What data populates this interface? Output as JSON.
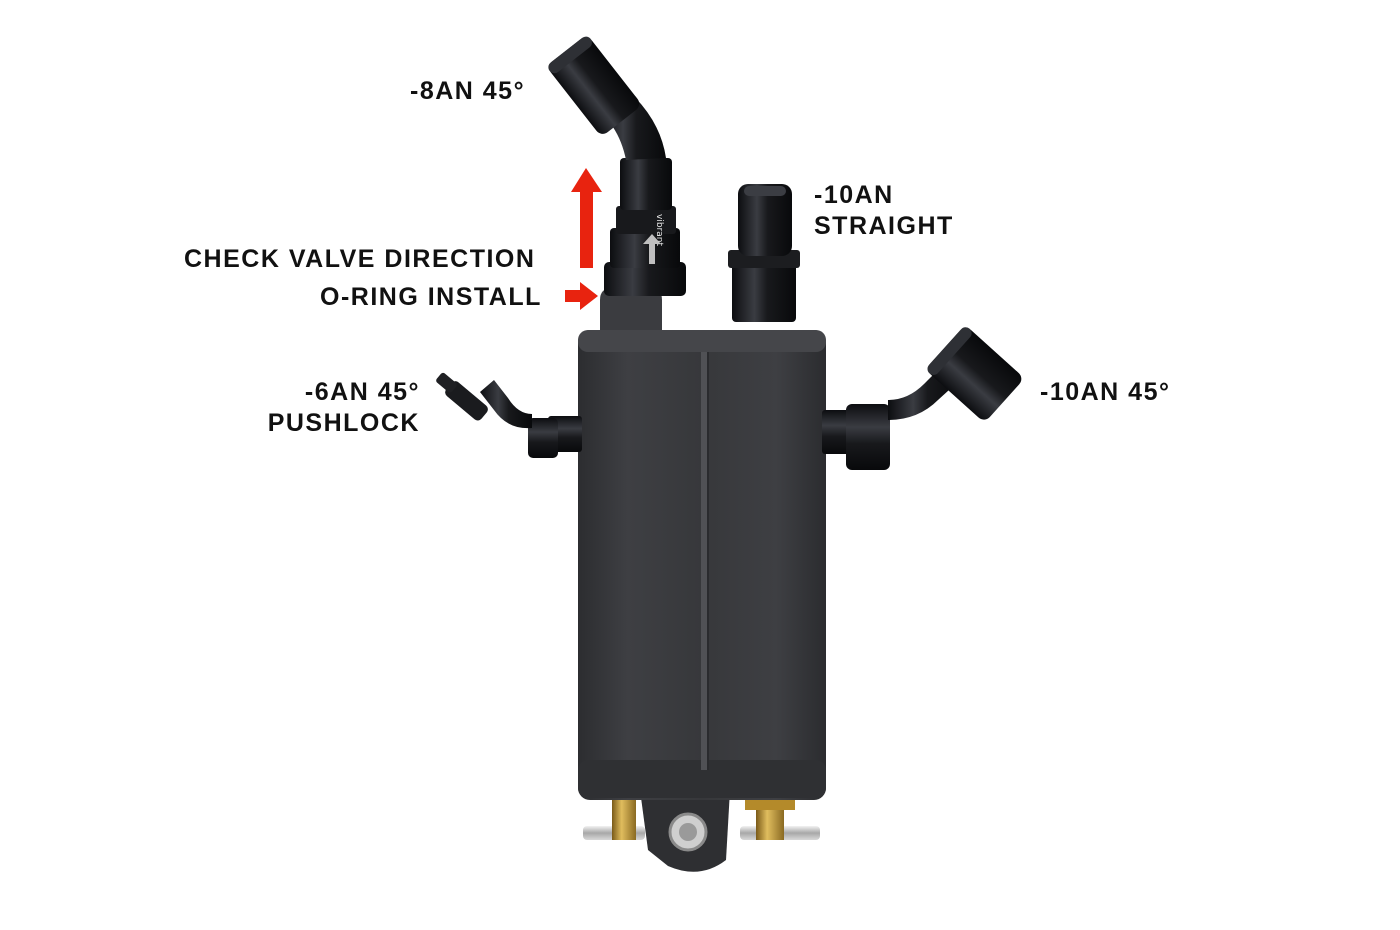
{
  "labels": {
    "top_fitting": "-8AN 45°",
    "straight_line1": "-10AN",
    "straight_line2": "STRAIGHT",
    "check_valve": "CHECK VALVE DIRECTION",
    "oring": "O-RING INSTALL",
    "left_line1": "-6AN 45°",
    "left_line2": "PUSHLOCK",
    "right_fitting": "-10AN 45°"
  },
  "valve_text": "vibrant",
  "colors": {
    "arrow": "#e8230f",
    "can_body": "#3a3b3e",
    "fitting": "#141518",
    "brass": "#b8902e",
    "background": "#ffffff"
  }
}
